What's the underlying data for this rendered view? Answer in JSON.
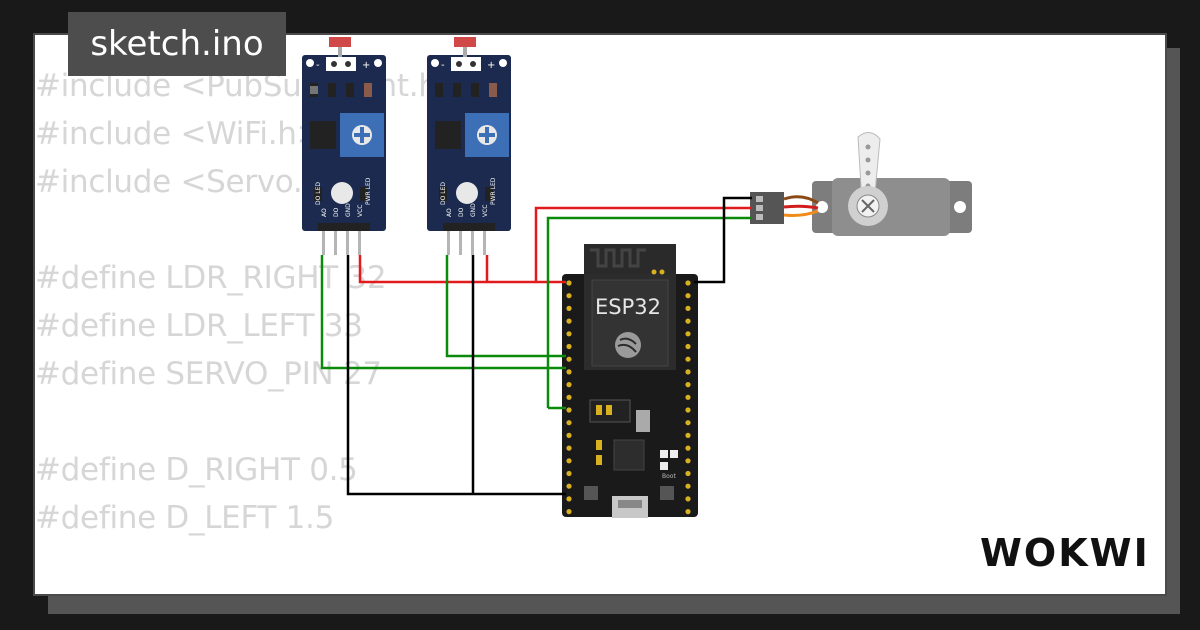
{
  "title": "sketch.ino",
  "code_lines": [
    "#include <PubSubClient.h>",
    "#include <WiFi.h>",
    "#include <Servo.h>",
    "",
    "#define LDR_RIGHT 32",
    "#define LDR_LEFT 33",
    "#define SERVO_PIN 27",
    "",
    "#define D_RIGHT 0.5",
    "#define D_LEFT 1.5"
  ],
  "esp32_label": "ESP32",
  "boot_label": "Boot",
  "ldr_pin_labels": [
    "AO",
    "DO",
    "GND",
    "VCC"
  ],
  "ldr_led_labels": [
    "DO LED",
    "PWR LED"
  ],
  "logo_text": "WOKWI",
  "colors": {
    "background": "#191919",
    "card": "#ffffff",
    "code_text": "#d6d6d6",
    "title_bg": "#4d4d4d",
    "module_pcb": "#1b2a4e",
    "potentiometer": "#3c6fb6",
    "esp32_board": "#1a1a1a",
    "wire_red": "#e11b1b",
    "wire_green": "#0a8a0a",
    "wire_black": "#000000",
    "servo_body": "#7d7d7d",
    "servo_wire_orange": "#f08a1a",
    "servo_wire_red": "#d01c1c",
    "servo_wire_brown": "#8a4a16"
  }
}
